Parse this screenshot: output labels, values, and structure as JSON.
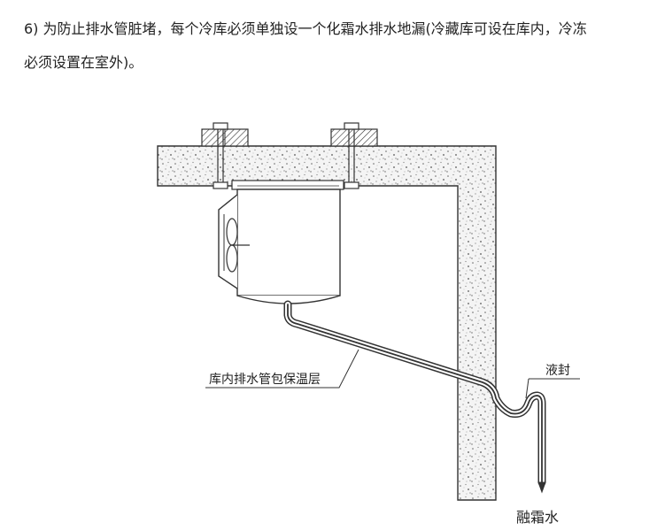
{
  "paragraph": {
    "line1": "6) 为防止排水管脏堵，每个冷库必须单独设一个化霜水排水地漏(冷藏库可设在库内，冷冻",
    "line2": "必须设置在室外)。"
  },
  "diagram": {
    "pipe_label": "库内排水管包保温层",
    "seal_label": "液封",
    "water_label": "融霜水"
  }
}
